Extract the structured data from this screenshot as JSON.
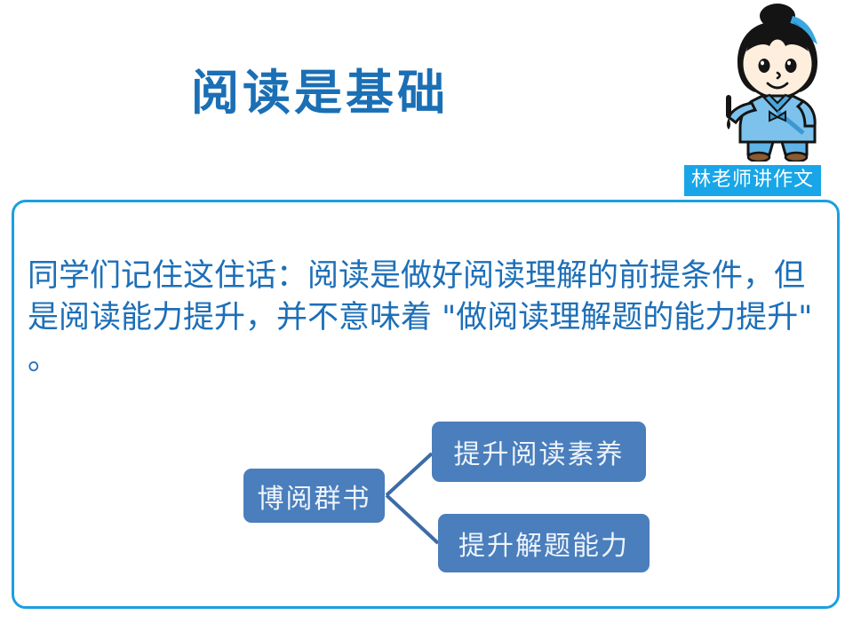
{
  "slide": {
    "title": "阅读是基础",
    "title_color": "#1a6fb5"
  },
  "brand": {
    "badge_label": "林老师讲作文",
    "badge_bg": "#18a6e8",
    "badge_text_color": "#ffffff"
  },
  "mascot": {
    "icon_name": "scholar-mascot-icon",
    "hair_color": "#1a1a1a",
    "ribbon_color": "#3aa7e0",
    "robe_color": "#6fb9e8",
    "skin_color": "#fdeedd"
  },
  "frame": {
    "border_color": "#1b9fe0",
    "background": "#ffffff"
  },
  "body": {
    "text": "同学们记住这住话：阅读是做好阅读理解的前提条件，但是阅读能力提升，并不意味着 \"做阅读理解题的能力提升\" 。",
    "text_color": "#1d6fb8"
  },
  "diagram": {
    "node_fill": "#4a7ebc",
    "node_text_color": "#eef4fb",
    "connector_color": "#3c6ca6",
    "nodes": [
      {
        "id": "root",
        "label": "博阅群书"
      },
      {
        "id": "branch_a",
        "label": "提升阅读素养"
      },
      {
        "id": "branch_b",
        "label": "提升解题能力"
      }
    ]
  }
}
